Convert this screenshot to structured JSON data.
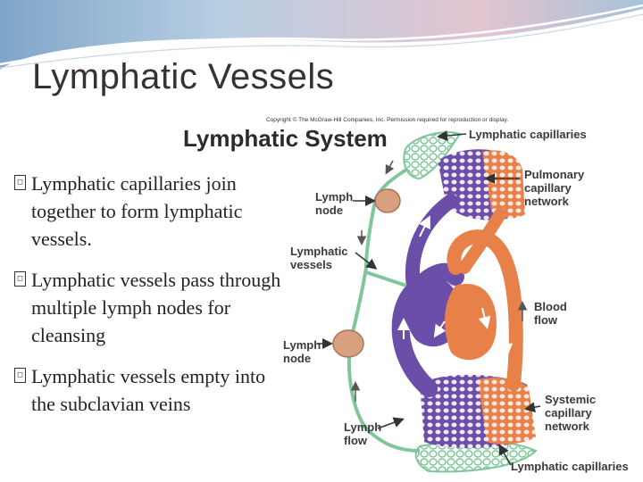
{
  "slide": {
    "title": "Lymphatic Vessels",
    "bullet_glyph": "□",
    "bullets": [
      "Lymphatic capillaries join together to form lymphatic vessels.",
      "Lymphatic vessels pass through multiple lymph nodes for cleansing",
      "Lymphatic vessels empty into the subclavian veins"
    ]
  },
  "diagram": {
    "copyright": "Copyright © The McGraw-Hill Companies, Inc. Permission required for reproduction or display.",
    "title": "Lymphatic System",
    "labels": {
      "lymphatic_capillaries_top": "Lymphatic capillaries",
      "pulmonary_capillary_network": "Pulmonary\ncapillary\nnetwork",
      "lymph_node_upper": "Lymph\nnode",
      "lymphatic_vessels": "Lymphatic\nvessels",
      "blood_flow": "Blood\nflow",
      "lymph_node_lower": "Lymph\nnode",
      "systemic_capillary_network": "Systemic\ncapillary\nnetwork",
      "lymph_flow": "Lymph\nflow",
      "lymphatic_capillaries_bottom": "Lymphatic capillaries"
    },
    "colors": {
      "deoxygenated": "#6a4ea8",
      "oxygenated": "#e8804a",
      "lymph": "#7fc79a",
      "node": "#d9a07f"
    }
  }
}
